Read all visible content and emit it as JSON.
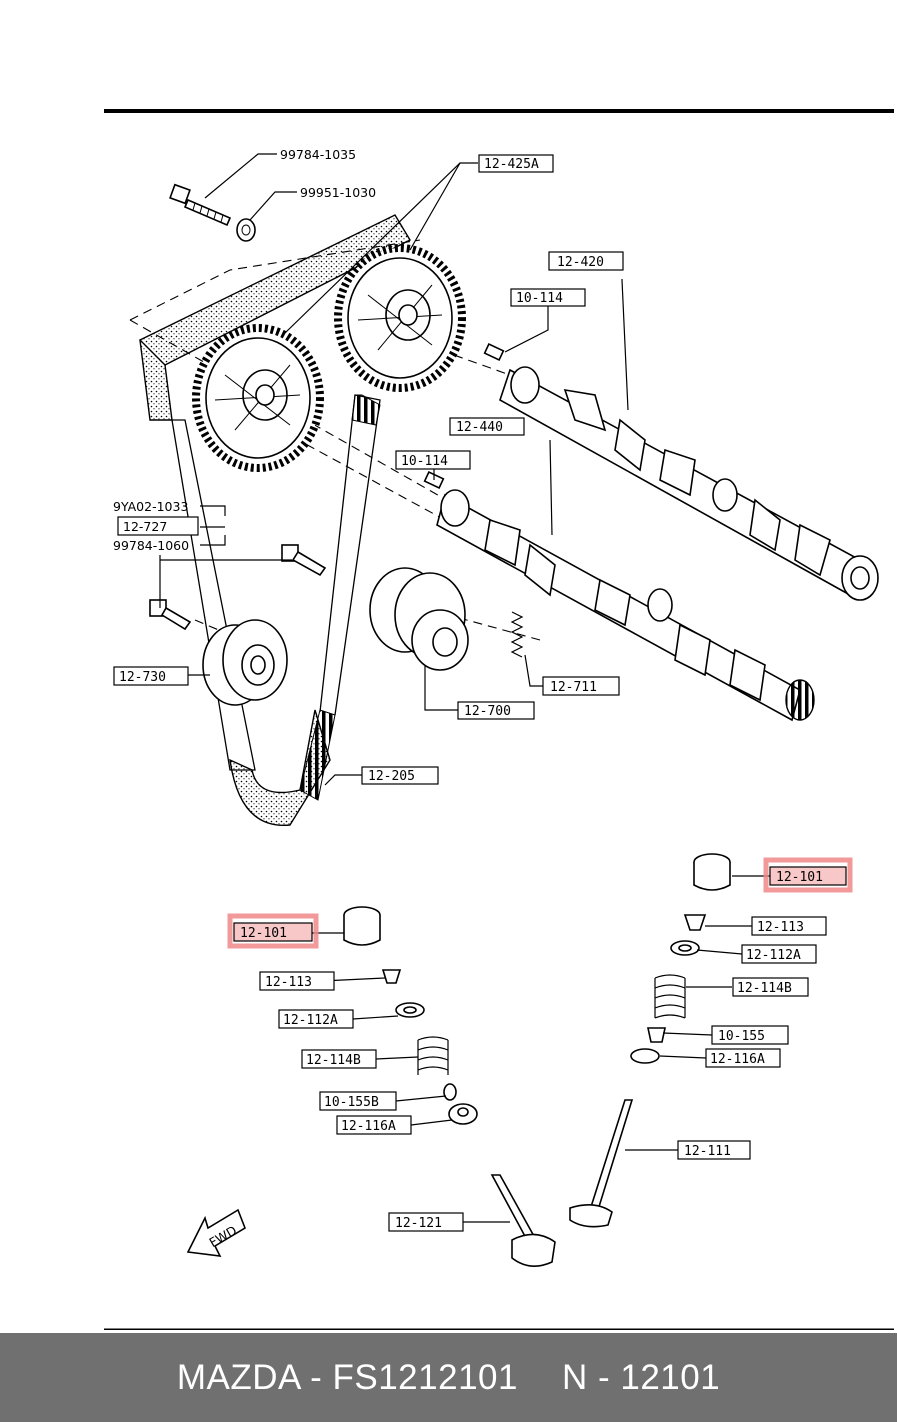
{
  "diagram": {
    "labels": {
      "bolt_top": "99784-1035",
      "washer": "99951-1030",
      "cam_pulley": "12-425A",
      "intake_cam": "12-420",
      "pin_top": "10-114",
      "exhaust_cam": "12-440",
      "pin_lower": "10-114",
      "bolt_9ya": "9YA02-1033",
      "tensioner_assy": "12-727",
      "bolt_idler": "99784-1060",
      "idler": "12-730",
      "spring": "12-711",
      "tensioner": "12-700",
      "timing_belt": "12-205",
      "tappet_right": "12-101",
      "tappet_left": "12-101",
      "lock_right": "12-113",
      "lock_left": "12-113",
      "retainer_right": "12-112A",
      "retainer_left": "12-112A",
      "valve_spring_right": "12-114B",
      "valve_spring_left": "12-114B",
      "seal_right": "10-155",
      "seal_left": "10-155B",
      "seat_right": "12-116A",
      "seat_left": "12-116A",
      "valve_intake": "12-111",
      "valve_exhaust": "12-121",
      "fwd_arrow": "FWD"
    },
    "highlight_color": "#f08888"
  },
  "footer": {
    "brand_part": "MAZDA - FS1212101",
    "ref_code": "N - 12101",
    "background": "#707070",
    "text_color": "#ffffff"
  }
}
